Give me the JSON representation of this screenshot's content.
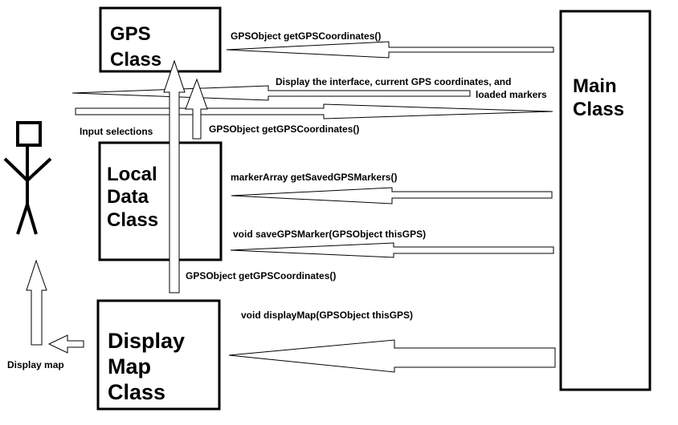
{
  "boxes": {
    "gps": {
      "line1": "GPS",
      "line2": "Class"
    },
    "main": {
      "line1": "Main",
      "line2": "Class"
    },
    "local": {
      "line1": "Local",
      "line2": "Data",
      "line3": "Class"
    },
    "display": {
      "line1": "Display",
      "line2": "Map",
      "line3": "Class"
    }
  },
  "labels": {
    "gps_get_top": "GPSObject getGPSCoordinates()",
    "display_interface_line1": "Display the interface, current GPS coordinates, and",
    "display_interface_line2": "loaded markers",
    "input_selections": "Input selections",
    "gps_get_mid": "GPSObject getGPSCoordinates()",
    "marker_array": "markerArray getSavedGPSMarkers()",
    "save_marker": "void saveGPSMarker(GPSObject thisGPS)",
    "gps_get_low": "GPSObject getGPSCoordinates()",
    "display_map_call": "void  displayMap(GPSObject thisGPS)",
    "display_map": "Display map"
  },
  "actor": {
    "role": "user"
  },
  "colors": {
    "stroke": "#000000",
    "fill": "#ffffff"
  }
}
